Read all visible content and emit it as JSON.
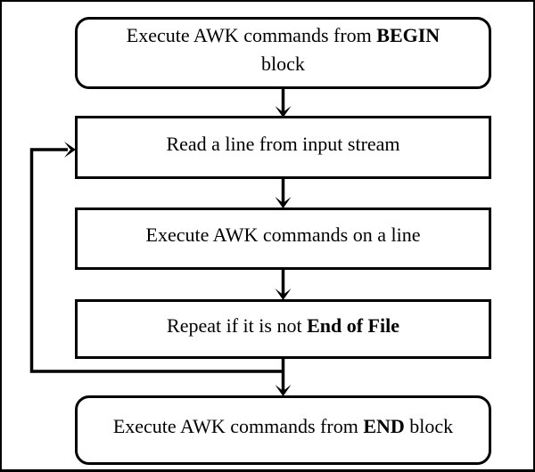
{
  "diagram": {
    "background_color": "#ffffff",
    "stroke_color": "#000000",
    "nodes": [
      {
        "shape": "rounded",
        "label_pre": "Execute AWK commands from ",
        "label_bold": "BEGIN",
        "label_line2": "block"
      },
      {
        "shape": "rect",
        "label": "Read a line from input stream"
      },
      {
        "shape": "rect",
        "label": "Execute AWK commands on a line"
      },
      {
        "shape": "rect",
        "label_pre": "Repeat if it is not ",
        "label_bold": "End of File"
      },
      {
        "shape": "rounded",
        "label_pre": "Execute AWK commands from ",
        "label_bold": "END",
        "label_post": " block"
      }
    ],
    "edges": [
      {
        "from": "begin-block",
        "to": "read-line"
      },
      {
        "from": "read-line",
        "to": "execute-on-line"
      },
      {
        "from": "execute-on-line",
        "to": "repeat-check"
      },
      {
        "from": "repeat-check",
        "to": "end-block"
      },
      {
        "from": "repeat-check",
        "to": "read-line",
        "type": "loop-back"
      }
    ]
  }
}
